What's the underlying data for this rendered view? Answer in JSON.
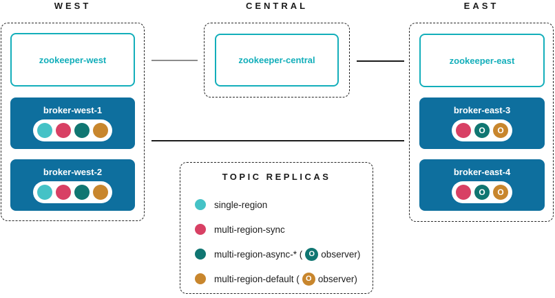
{
  "colors": {
    "teal": "#12aeba",
    "broker-blue": "#0e6f9e",
    "replica-single-region": "#45c2c6",
    "replica-multi-region-sync": "#d84064",
    "replica-multi-region-async": "#107672",
    "replica-multi-region-default": "#c8862d",
    "connector-gray": "#8c8c8c",
    "connector-black": "#1a1a1a"
  },
  "observer_label": "O",
  "regions": {
    "west": {
      "title": "WEST",
      "zookeeper": "zookeeper-west",
      "brokers": [
        {
          "name": "broker-west-1"
        },
        {
          "name": "broker-west-2"
        }
      ]
    },
    "central": {
      "title": "CENTRAL",
      "zookeeper": "zookeeper-central"
    },
    "east": {
      "title": "EAST",
      "zookeeper": "zookeeper-east",
      "brokers": [
        {
          "name": "broker-east-3"
        },
        {
          "name": "broker-east-4"
        }
      ]
    }
  },
  "legend": {
    "title": "TOPIC REPLICAS",
    "items": [
      {
        "label": "single-region"
      },
      {
        "label": "multi-region-sync"
      },
      {
        "label_pre": "multi-region-async-* (",
        "observer": "O",
        "label_post": "observer)"
      },
      {
        "label_pre": "multi-region-default (",
        "observer": "O",
        "label_post": "observer)"
      }
    ]
  }
}
